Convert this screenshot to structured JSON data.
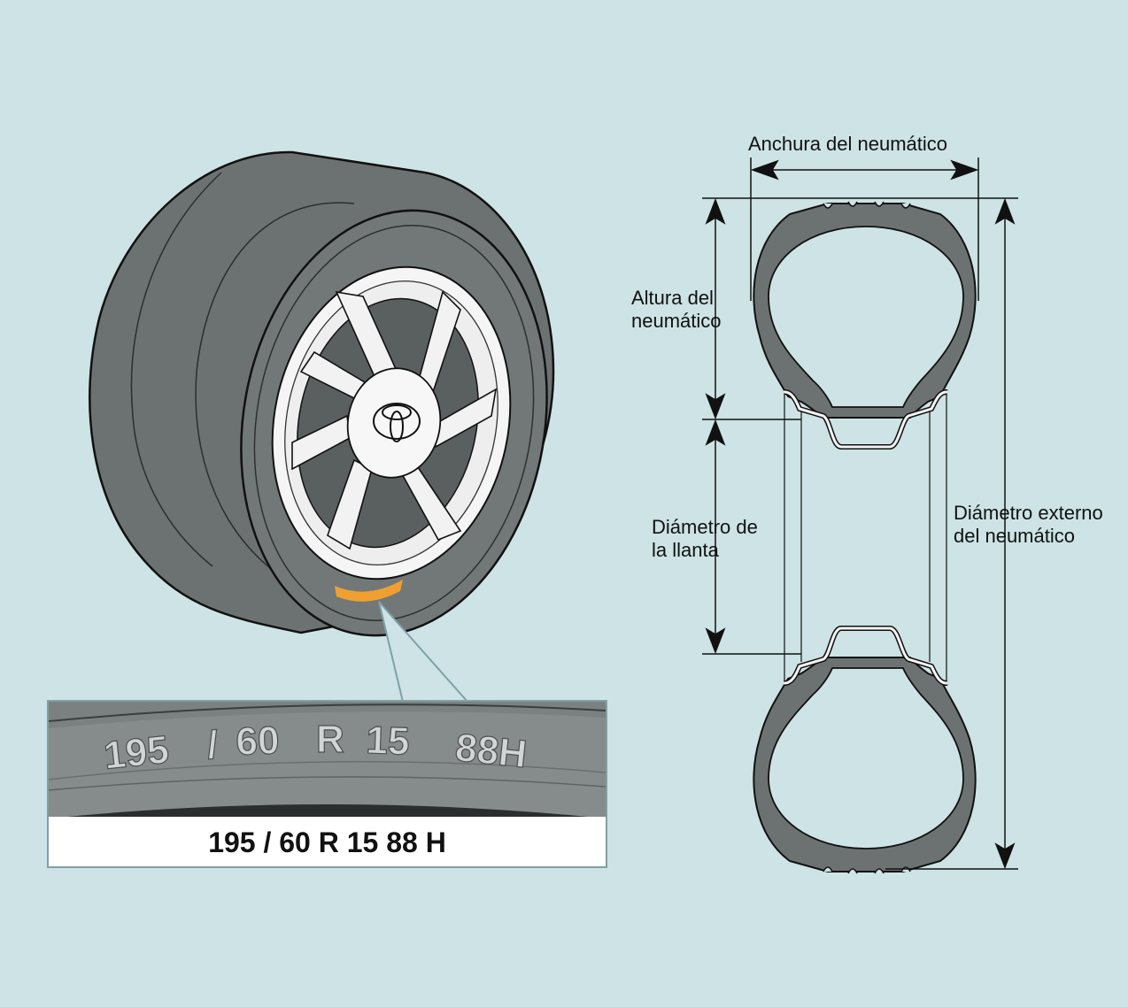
{
  "tire_marking": {
    "embossed_parts": [
      "195",
      "/",
      "60",
      "R",
      "15",
      "88H"
    ],
    "caption": "195 / 60 R 15 88 H"
  },
  "labels": {
    "tire_width": "Anchura del neumático",
    "tire_height_line1": "Altura del",
    "tire_height_line2": "neumático",
    "rim_diameter_line1": "Diámetro de",
    "rim_diameter_line2": "la llanta",
    "outer_diameter_line1": "Diámetro externo",
    "outer_diameter_line2": "del neumático"
  },
  "logo": "toyota-logo-icon",
  "colors": {
    "background": "#cde3e5",
    "tire": "#6f7574",
    "sidewall_highlight": "#f0a030",
    "rim": "#f4f4f4",
    "outline": "#111111"
  }
}
